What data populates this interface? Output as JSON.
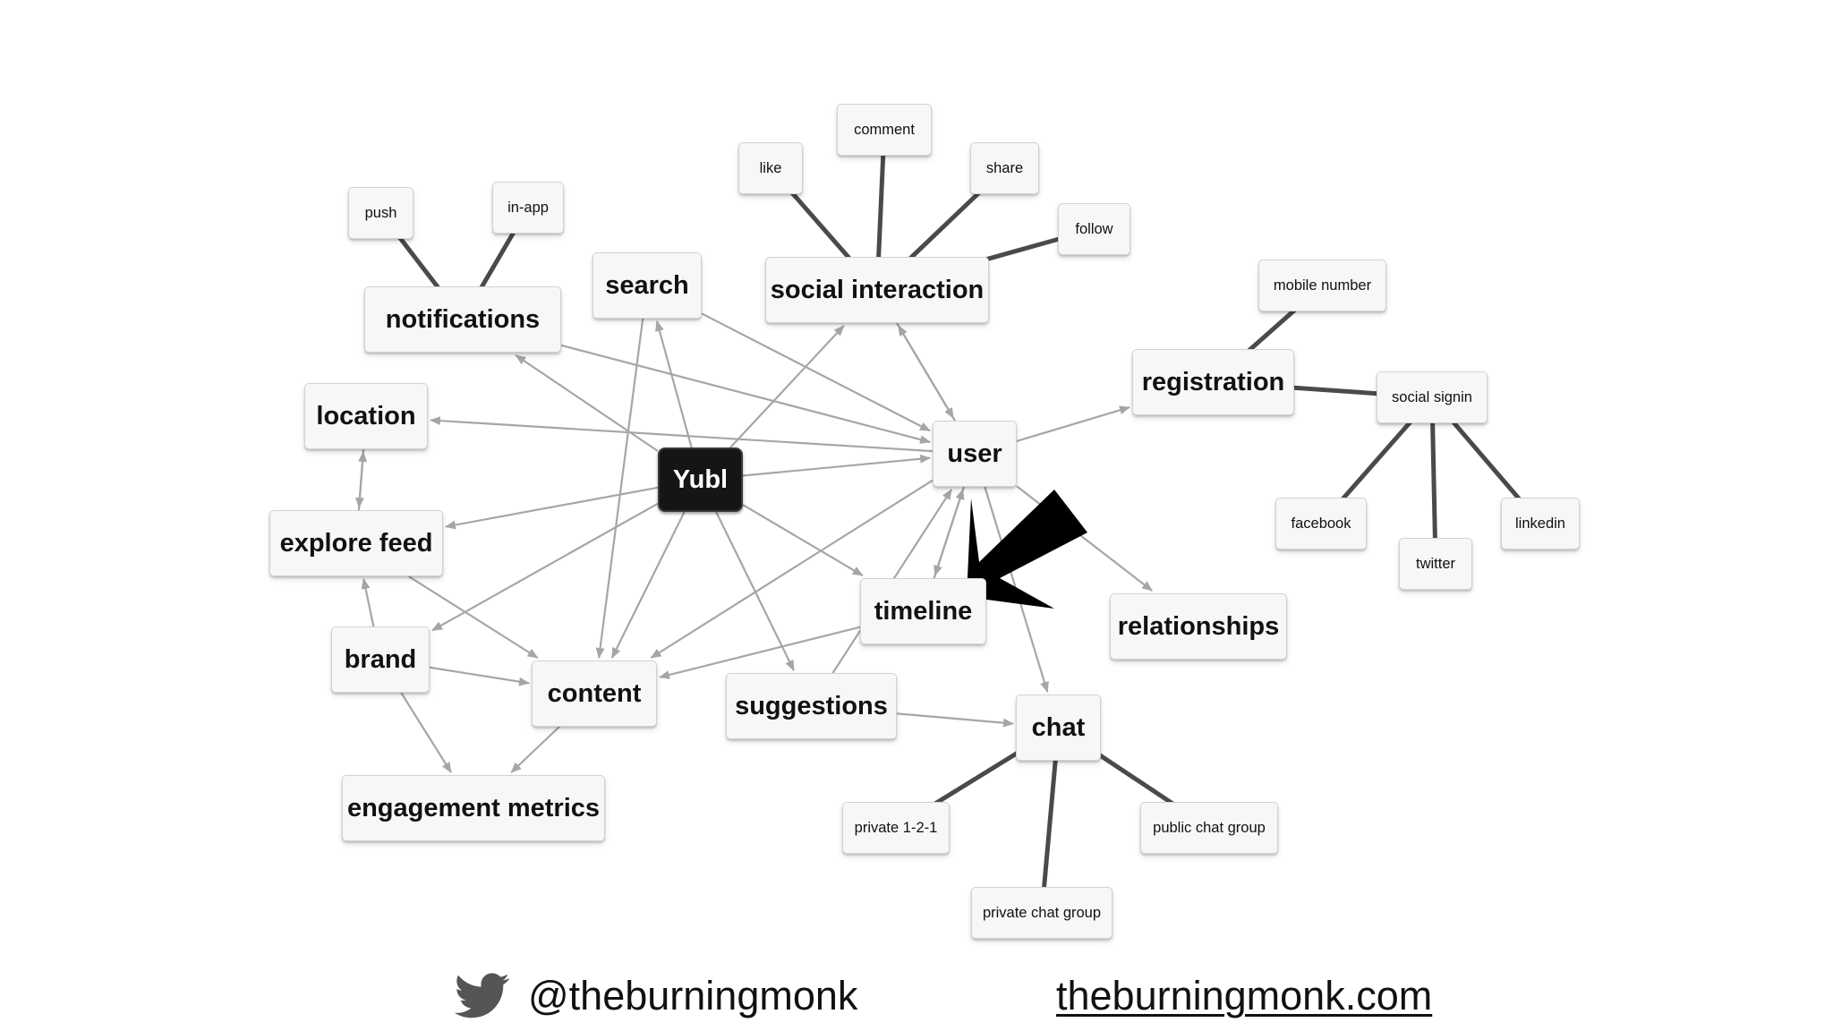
{
  "diagram": {
    "nodes": [
      {
        "id": "yubl",
        "label": "Yubl",
        "type": "root"
      },
      {
        "id": "search",
        "label": "search",
        "type": "big"
      },
      {
        "id": "social",
        "label": "social interaction",
        "type": "big"
      },
      {
        "id": "notifications",
        "label": "notifications",
        "type": "big"
      },
      {
        "id": "location",
        "label": "location",
        "type": "big"
      },
      {
        "id": "explore",
        "label": "explore feed",
        "type": "big"
      },
      {
        "id": "brand",
        "label": "brand",
        "type": "big"
      },
      {
        "id": "content",
        "label": "content",
        "type": "big"
      },
      {
        "id": "engagement",
        "label": "engagement metrics",
        "type": "big"
      },
      {
        "id": "suggestions",
        "label": "suggestions",
        "type": "big"
      },
      {
        "id": "timeline",
        "label": "timeline",
        "type": "big"
      },
      {
        "id": "user",
        "label": "user",
        "type": "big"
      },
      {
        "id": "registration",
        "label": "registration",
        "type": "big"
      },
      {
        "id": "relationships",
        "label": "relationships",
        "type": "big"
      },
      {
        "id": "chat",
        "label": "chat",
        "type": "big"
      },
      {
        "id": "push",
        "label": "push",
        "type": "small"
      },
      {
        "id": "inapp",
        "label": "in-app",
        "type": "small"
      },
      {
        "id": "like",
        "label": "like",
        "type": "small"
      },
      {
        "id": "comment",
        "label": "comment",
        "type": "small"
      },
      {
        "id": "share",
        "label": "share",
        "type": "small"
      },
      {
        "id": "follow",
        "label": "follow",
        "type": "small"
      },
      {
        "id": "mobile",
        "label": "mobile number",
        "type": "small"
      },
      {
        "id": "socialsignin",
        "label": "social signin",
        "type": "small"
      },
      {
        "id": "facebook",
        "label": "facebook",
        "type": "small"
      },
      {
        "id": "twitter",
        "label": "twitter",
        "type": "small"
      },
      {
        "id": "linkedin",
        "label": "linkedin",
        "type": "small"
      },
      {
        "id": "private121",
        "label": "private 1-2-1",
        "type": "small"
      },
      {
        "id": "publicchat",
        "label": "public chat group",
        "type": "small"
      },
      {
        "id": "privatechat",
        "label": "private chat group",
        "type": "small"
      }
    ],
    "edges": [
      {
        "from": "push",
        "to": "notifications",
        "kind": "link"
      },
      {
        "from": "inapp",
        "to": "notifications",
        "kind": "link"
      },
      {
        "from": "like",
        "to": "social",
        "kind": "link"
      },
      {
        "from": "comment",
        "to": "social",
        "kind": "link"
      },
      {
        "from": "share",
        "to": "social",
        "kind": "link"
      },
      {
        "from": "follow",
        "to": "social",
        "kind": "link"
      },
      {
        "from": "mobile",
        "to": "registration",
        "kind": "link"
      },
      {
        "from": "registration",
        "to": "socialsignin",
        "kind": "link"
      },
      {
        "from": "socialsignin",
        "to": "facebook",
        "kind": "link"
      },
      {
        "from": "socialsignin",
        "to": "twitter",
        "kind": "link"
      },
      {
        "from": "socialsignin",
        "to": "linkedin",
        "kind": "link"
      },
      {
        "from": "chat",
        "to": "private121",
        "kind": "link"
      },
      {
        "from": "chat",
        "to": "publicchat",
        "kind": "link"
      },
      {
        "from": "chat",
        "to": "privatechat",
        "kind": "link"
      },
      {
        "from": "yubl",
        "to": "notifications",
        "kind": "arrow"
      },
      {
        "from": "yubl",
        "to": "search",
        "kind": "arrow"
      },
      {
        "from": "yubl",
        "to": "social",
        "kind": "arrow"
      },
      {
        "from": "yubl",
        "to": "explore",
        "kind": "arrow"
      },
      {
        "from": "yubl",
        "to": "brand",
        "kind": "arrow"
      },
      {
        "from": "yubl",
        "to": "content",
        "kind": "arrow"
      },
      {
        "from": "yubl",
        "to": "suggestions",
        "kind": "arrow"
      },
      {
        "from": "yubl",
        "to": "timeline",
        "kind": "arrow"
      },
      {
        "from": "yubl",
        "to": "user",
        "kind": "arrow"
      },
      {
        "from": "notifications",
        "to": "user",
        "kind": "arrow"
      },
      {
        "from": "search",
        "to": "user",
        "kind": "arrow"
      },
      {
        "from": "search",
        "to": "content",
        "kind": "arrow"
      },
      {
        "from": "social",
        "to": "user",
        "kind": "arrow"
      },
      {
        "from": "user",
        "to": "social",
        "kind": "arrow"
      },
      {
        "from": "user",
        "to": "location",
        "kind": "arrow"
      },
      {
        "from": "user",
        "to": "registration",
        "kind": "arrow"
      },
      {
        "from": "user",
        "to": "relationships",
        "kind": "arrow"
      },
      {
        "from": "user",
        "to": "timeline",
        "kind": "arrow"
      },
      {
        "from": "user",
        "to": "content",
        "kind": "arrow"
      },
      {
        "from": "user",
        "to": "chat",
        "kind": "arrow"
      },
      {
        "from": "timeline",
        "to": "user",
        "kind": "arrow"
      },
      {
        "from": "timeline",
        "to": "content",
        "kind": "arrow"
      },
      {
        "from": "suggestions",
        "to": "user",
        "kind": "arrow"
      },
      {
        "from": "suggestions",
        "to": "chat",
        "kind": "arrow"
      },
      {
        "from": "location",
        "to": "explore",
        "kind": "arrow"
      },
      {
        "from": "explore",
        "to": "location",
        "kind": "arrow"
      },
      {
        "from": "explore",
        "to": "content",
        "kind": "arrow"
      },
      {
        "from": "brand",
        "to": "explore",
        "kind": "arrow"
      },
      {
        "from": "brand",
        "to": "content",
        "kind": "arrow"
      },
      {
        "from": "brand",
        "to": "engagement",
        "kind": "arrow"
      },
      {
        "from": "content",
        "to": "engagement",
        "kind": "arrow"
      }
    ],
    "pointer": {
      "shape": "big-arrow",
      "color": "#000000",
      "target": "timeline"
    },
    "colors": {
      "arrow": "#a6a6a6",
      "link": "#4a4a4a",
      "root_fill": "#151515",
      "node_fill": "#f7f7f7"
    }
  },
  "footer": {
    "icon": "twitter-bird-icon",
    "handle": "@theburningmonk",
    "website": "theburningmonk.com"
  }
}
